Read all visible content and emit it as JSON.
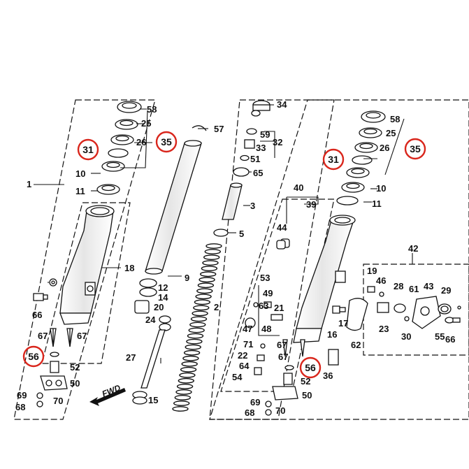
{
  "colors": {
    "line": "#111111",
    "highlight": "#d9261c",
    "part_fill": "#ffffff",
    "shade": "#cfcfcf"
  },
  "direction_label": "FWD",
  "highlighted": [
    "31",
    "35",
    "31",
    "35",
    "56",
    "56"
  ],
  "labels": {
    "l1": "1",
    "l2": "2",
    "l3": "3",
    "l5": "5",
    "l9": "9",
    "l10a": "10",
    "l10b": "10",
    "l11a": "11",
    "l11b": "11",
    "l12": "12",
    "l14": "14",
    "l15": "15",
    "l16": "16",
    "l17": "17",
    "l18": "18",
    "l19": "19",
    "l20": "20",
    "l21": "21",
    "l22": "22",
    "l23": "23",
    "l24": "24",
    "l25a": "25",
    "l25b": "25",
    "l26a": "26",
    "l26b": "26",
    "l27": "27",
    "l28": "28",
    "l29": "29",
    "l30": "30",
    "l32": "32",
    "l33": "33",
    "l34": "34",
    "l36": "36",
    "l39": "39",
    "l40": "40",
    "l42": "42",
    "l43": "43",
    "l44": "44",
    "l46": "46",
    "l47": "47",
    "l48": "48",
    "l49": "49",
    "l50a": "50",
    "l50b": "50",
    "l51": "51",
    "l52a": "52",
    "l52b": "52",
    "l53": "53",
    "l54": "54",
    "l55": "55",
    "l57": "57",
    "l58a": "58",
    "l58b": "58",
    "l59": "59",
    "l61": "61",
    "l62": "62",
    "l63": "63",
    "l64": "64",
    "l65": "65",
    "l66a": "66",
    "l66b": "66",
    "l67a": "67",
    "l67b": "67",
    "l67c": "67",
    "l67d": "67",
    "l68a": "68",
    "l68b": "68",
    "l69a": "69",
    "l69b": "69",
    "l70a": "70",
    "l70b": "70",
    "l71": "71",
    "c31a": "31",
    "c35a": "35",
    "c31b": "31",
    "c35b": "35",
    "c56a": "56",
    "c56b": "56"
  }
}
